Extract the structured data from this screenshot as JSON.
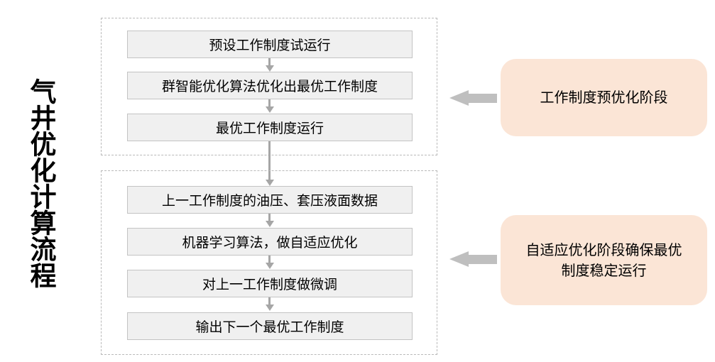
{
  "title": {
    "vertical_label": "气井优化计算流程"
  },
  "groups": [
    {
      "id": "pre-optimization",
      "steps": [
        {
          "label": "预设工作制度试运行"
        },
        {
          "label": "群智能优化算法优化出最优工作制度"
        },
        {
          "label": "最优工作制度运行"
        }
      ]
    },
    {
      "id": "adaptive-optimization",
      "steps": [
        {
          "label": "上一工作制度的油压、套压液面数据"
        },
        {
          "label": "机器学习算法，做自适应优化"
        },
        {
          "label": "对上一工作制度做微调"
        },
        {
          "label": "输出下一个最优工作制度"
        }
      ]
    }
  ],
  "phases": [
    {
      "id": "phase-pre",
      "label": "工作制度预优化阶段"
    },
    {
      "id": "phase-adapt",
      "label": "自适应优化阶段确保最优制度稳定运行"
    }
  ],
  "colors": {
    "step_fill": "#f0f0f0",
    "step_border": "#c3c3c3",
    "group_border": "#b9b9b9",
    "phase_fill": "#fbe5d6",
    "arrow_gray": "#bfbfbf",
    "connector_gray": "#a6a6a6",
    "text": "#000000"
  }
}
